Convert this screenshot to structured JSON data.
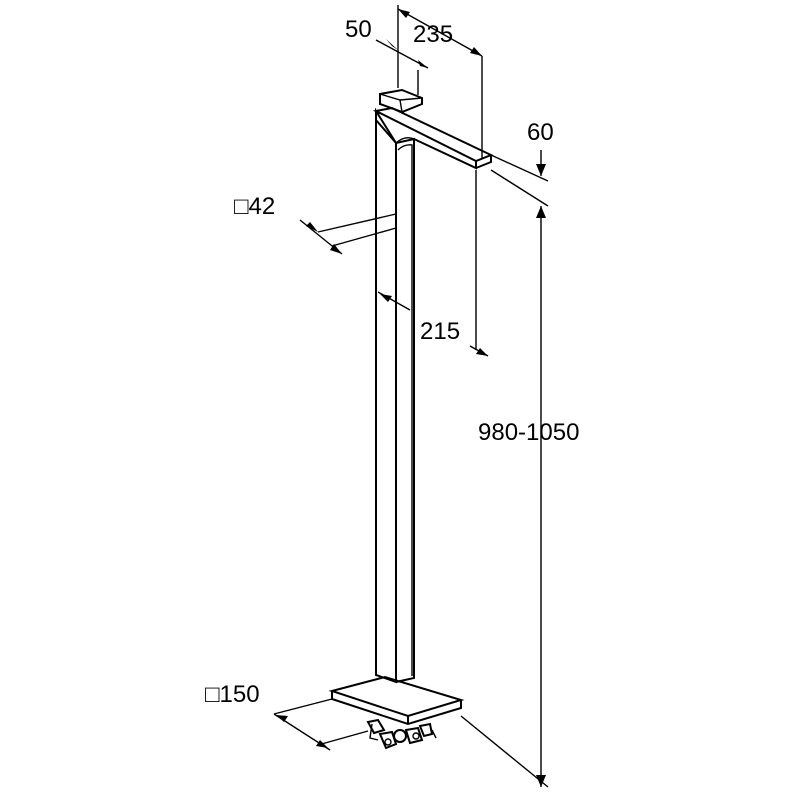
{
  "dimensions": {
    "top_offset": "50",
    "spout_length": "235",
    "spout_height": "60",
    "pipe_size": "□42",
    "projection": "215",
    "total_height": "980-1050",
    "base_size": "□150"
  },
  "colors": {
    "line": "#000000",
    "background": "#ffffff"
  }
}
